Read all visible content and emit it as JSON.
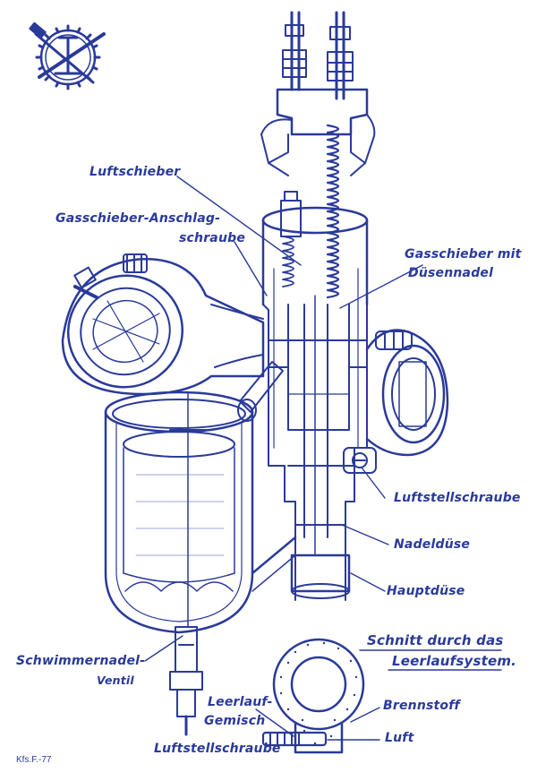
{
  "colors": {
    "ink": "#2a3a9a",
    "ink_light": "#7c87c6",
    "paper": "#ffffff"
  },
  "labels": {
    "luftschieber": "Luftschieber",
    "gasschieber_anschlag_1": "Gasschieber-Anschlag-",
    "gasschieber_anschlag_2": "schraube",
    "gasschieber_mit_1": "Gasschieber mit",
    "gasschieber_mit_2": "Düsennadel",
    "luftstellschraube_main": "Luftstellschraube",
    "nadelduese": "Nadeldüse",
    "hauptduese": "Hauptdüse",
    "schwimmernadel_1": "Schwimmernadel-",
    "schwimmernadel_2": "Ventil",
    "schnitt_1": "Schnitt durch das",
    "schnitt_2": "Leerlaufsystem.",
    "leerlauf_1": "Leerlauf-",
    "leerlauf_2": "Gemisch",
    "brennstoff": "Brennstoff",
    "luft": "Luft",
    "luftstellschraube_bottom": "Luftstellschraube"
  },
  "code": "Kfs.F.-77",
  "icons": {
    "logo": "gear-hammer-sword-emblem-icon"
  }
}
